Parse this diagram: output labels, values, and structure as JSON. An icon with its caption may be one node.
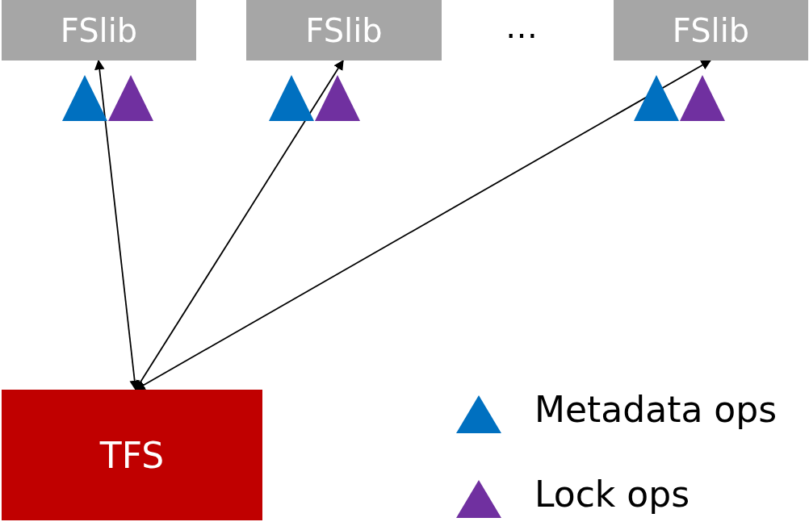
{
  "diagram": {
    "nodes": [
      {
        "text": [
          "FSlib"
        ]
      },
      {
        "text": [
          "FSlib"
        ]
      },
      {
        "text": [
          "FSlib"
        ]
      },
      {
        "text": [
          "TFS"
        ]
      }
    ],
    "edges": [
      {
        "from": 3,
        "to": 0,
        "arrow": "both"
      },
      {
        "from": 3,
        "to": 1,
        "arrow": "both"
      },
      {
        "from": 3,
        "to": 2,
        "arrow": "both"
      }
    ],
    "labels": [
      "…"
    ],
    "legend": [
      {
        "text": "Metadata ops",
        "color": "#0070c0"
      },
      {
        "text": "Lock ops",
        "color": "#7030a0"
      }
    ]
  }
}
